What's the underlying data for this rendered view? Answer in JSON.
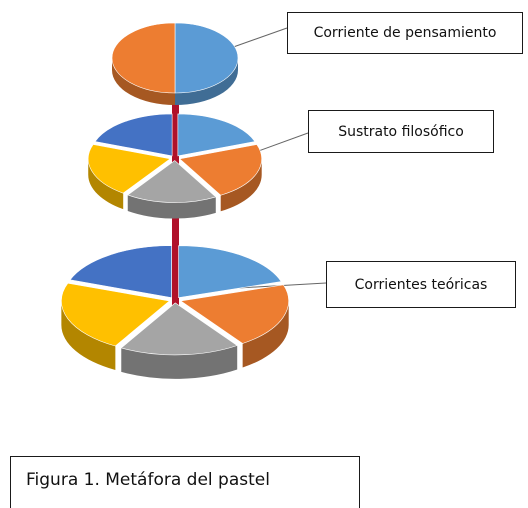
{
  "colors": {
    "blue": "#5b9bd5",
    "orange": "#ed7d31",
    "gray": "#a5a5a5",
    "yellow": "#ffc000",
    "darkblue": "#4472c4",
    "pole": "#b0112a"
  },
  "icons": [
    "pie-chart-layer",
    "stacked-pie-diagram"
  ],
  "layers": [
    {
      "label": "Corriente de pensamiento",
      "segments": [
        "blue",
        "orange"
      ]
    },
    {
      "label": "Sustrato filosófico",
      "segments": [
        "darkblue",
        "blue",
        "orange",
        "gray",
        "yellow"
      ]
    },
    {
      "label": "Corrientes teóricas",
      "segments": [
        "darkblue",
        "blue",
        "orange",
        "gray",
        "yellow"
      ]
    }
  ],
  "caption": "Figura 1. Metáfora del pastel"
}
